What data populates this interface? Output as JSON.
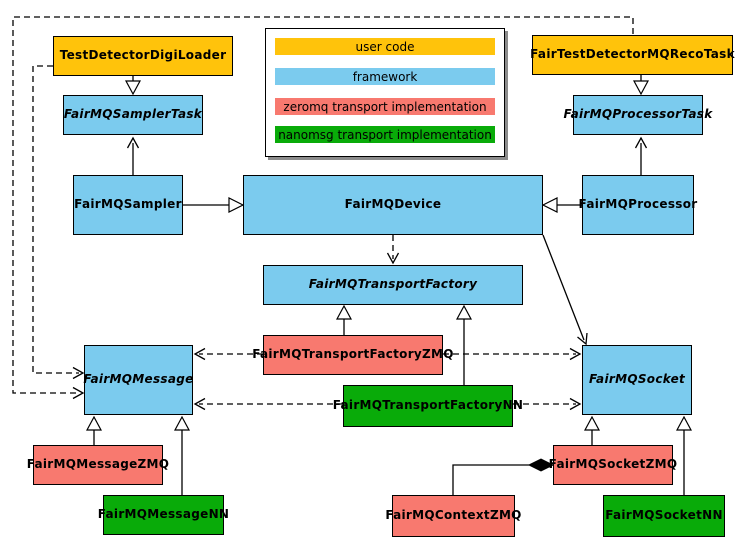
{
  "colors": {
    "user_code": "#FFC30B",
    "framework": "#7BCBEE",
    "zeromq": "#F8796F",
    "nanomsg": "#09AB09"
  },
  "legend": {
    "items": [
      {
        "id": "user-code",
        "label": "user code",
        "color": "#FFC30B"
      },
      {
        "id": "framework",
        "label": "framework",
        "color": "#7BCBEE"
      },
      {
        "id": "zeromq",
        "label": "zeromq transport implementation",
        "color": "#F8796F"
      },
      {
        "id": "nanomsg",
        "label": "nanomsg transport implementation",
        "color": "#09AB09"
      }
    ]
  },
  "nodes": {
    "digiLoader": {
      "label": "TestDetectorDigiLoader",
      "category": "user code",
      "abstract": false
    },
    "recoTask": {
      "label": "FairTestDetectorMQRecoTask",
      "category": "user code",
      "abstract": false
    },
    "samplerTask": {
      "label": "FairMQSamplerTask",
      "category": "framework",
      "abstract": true
    },
    "processorTask": {
      "label": "FairMQProcessorTask",
      "category": "framework",
      "abstract": true
    },
    "sampler": {
      "label": "FairMQSampler",
      "category": "framework",
      "abstract": false
    },
    "device": {
      "label": "FairMQDevice",
      "category": "framework",
      "abstract": false
    },
    "processor": {
      "label": "FairMQProcessor",
      "category": "framework",
      "abstract": false
    },
    "transportFactory": {
      "label": "FairMQTransportFactory",
      "category": "framework",
      "abstract": true
    },
    "transportFactoryZMQ": {
      "label": "FairMQTransportFactoryZMQ",
      "category": "zeromq transport implementation",
      "abstract": false
    },
    "transportFactoryNN": {
      "label": "FairMQTransportFactoryNN",
      "category": "nanomsg transport implementation",
      "abstract": false
    },
    "message": {
      "label": "FairMQMessage",
      "category": "framework",
      "abstract": true
    },
    "socket": {
      "label": "FairMQSocket",
      "category": "framework",
      "abstract": true
    },
    "messageZMQ": {
      "label": "FairMQMessageZMQ",
      "category": "zeromq transport implementation",
      "abstract": false
    },
    "messageNN": {
      "label": "FairMQMessageNN",
      "category": "nanomsg transport implementation",
      "abstract": false
    },
    "contextZMQ": {
      "label": "FairMQContextZMQ",
      "category": "zeromq transport implementation",
      "abstract": false
    },
    "socketZMQ": {
      "label": "FairMQSocketZMQ",
      "category": "zeromq transport implementation",
      "abstract": false
    },
    "socketNN": {
      "label": "FairMQSocketNN",
      "category": "nanomsg transport implementation",
      "abstract": false
    }
  },
  "edges": [
    {
      "from": "TestDetectorDigiLoader",
      "to": "FairMQSamplerTask",
      "type": "inheritance"
    },
    {
      "from": "FairTestDetectorMQRecoTask",
      "to": "FairMQProcessorTask",
      "type": "inheritance"
    },
    {
      "from": "FairMQSampler",
      "to": "FairMQSamplerTask",
      "type": "association"
    },
    {
      "from": "FairMQProcessor",
      "to": "FairMQProcessorTask",
      "type": "association"
    },
    {
      "from": "FairMQSampler",
      "to": "FairMQDevice",
      "type": "inheritance"
    },
    {
      "from": "FairMQProcessor",
      "to": "FairMQDevice",
      "type": "inheritance"
    },
    {
      "from": "FairMQDevice",
      "to": "FairMQTransportFactory",
      "type": "dependency"
    },
    {
      "from": "FairMQDevice",
      "to": "FairMQSocket",
      "type": "association"
    },
    {
      "from": "FairMQTransportFactoryZMQ",
      "to": "FairMQTransportFactory",
      "type": "inheritance"
    },
    {
      "from": "FairMQTransportFactoryNN",
      "to": "FairMQTransportFactory",
      "type": "inheritance"
    },
    {
      "from": "FairMQTransportFactoryZMQ",
      "to": "FairMQMessage",
      "type": "dependency"
    },
    {
      "from": "FairMQTransportFactoryZMQ",
      "to": "FairMQSocket",
      "type": "dependency"
    },
    {
      "from": "FairMQTransportFactoryNN",
      "to": "FairMQMessage",
      "type": "dependency"
    },
    {
      "from": "FairMQTransportFactoryNN",
      "to": "FairMQSocket",
      "type": "dependency"
    },
    {
      "from": "TestDetectorDigiLoader",
      "to": "FairMQMessage",
      "type": "dependency"
    },
    {
      "from": "FairTestDetectorMQRecoTask",
      "to": "FairMQMessage",
      "type": "dependency"
    },
    {
      "from": "FairMQMessageZMQ",
      "to": "FairMQMessage",
      "type": "inheritance"
    },
    {
      "from": "FairMQMessageNN",
      "to": "FairMQMessage",
      "type": "inheritance"
    },
    {
      "from": "FairMQSocketZMQ",
      "to": "FairMQSocket",
      "type": "inheritance"
    },
    {
      "from": "FairMQSocketNN",
      "to": "FairMQSocket",
      "type": "inheritance"
    },
    {
      "from": "FairMQContextZMQ",
      "to": "FairMQSocketZMQ",
      "type": "composition"
    }
  ]
}
